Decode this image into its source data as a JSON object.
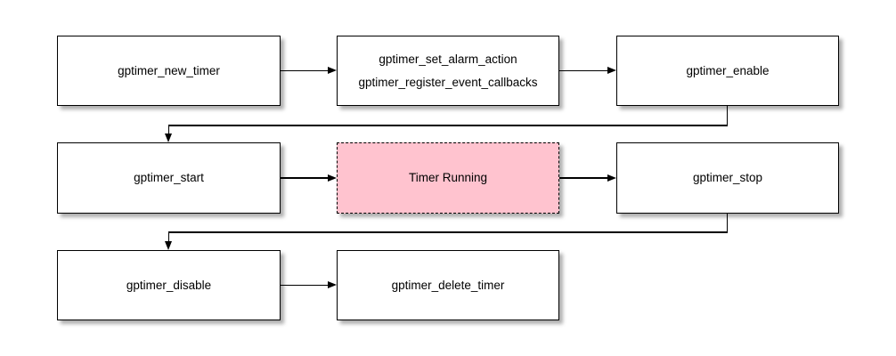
{
  "colors": {
    "background": "#ffffff",
    "process_fill": "#ffffff",
    "process_border": "#000000",
    "state_fill": "#ffc3cf",
    "state_border": "#000000",
    "connector": "#000000",
    "text": "#000000"
  },
  "nodes": [
    {
      "id": "gptimer_new_timer",
      "label": "gptimer_new_timer",
      "type": "process"
    },
    {
      "id": "gptimer_config",
      "lines": [
        "gptimer_set_alarm_action",
        "gptimer_register_event_callbacks"
      ],
      "type": "process"
    },
    {
      "id": "gptimer_enable",
      "label": "gptimer_enable",
      "type": "process"
    },
    {
      "id": "gptimer_start",
      "label": "gptimer_start",
      "type": "process"
    },
    {
      "id": "timer_running",
      "label": "Timer Running",
      "type": "state"
    },
    {
      "id": "gptimer_stop",
      "label": "gptimer_stop",
      "type": "process"
    },
    {
      "id": "gptimer_disable",
      "label": "gptimer_disable",
      "type": "process"
    },
    {
      "id": "gptimer_delete_timer",
      "label": "gptimer_delete_timer",
      "type": "process"
    }
  ],
  "edges": [
    {
      "from": "gptimer_new_timer",
      "to": "gptimer_config"
    },
    {
      "from": "gptimer_config",
      "to": "gptimer_enable"
    },
    {
      "from": "gptimer_enable",
      "to": "gptimer_start"
    },
    {
      "from": "gptimer_start",
      "to": "timer_running"
    },
    {
      "from": "timer_running",
      "to": "gptimer_stop"
    },
    {
      "from": "gptimer_stop",
      "to": "gptimer_disable"
    },
    {
      "from": "gptimer_disable",
      "to": "gptimer_delete_timer"
    }
  ]
}
